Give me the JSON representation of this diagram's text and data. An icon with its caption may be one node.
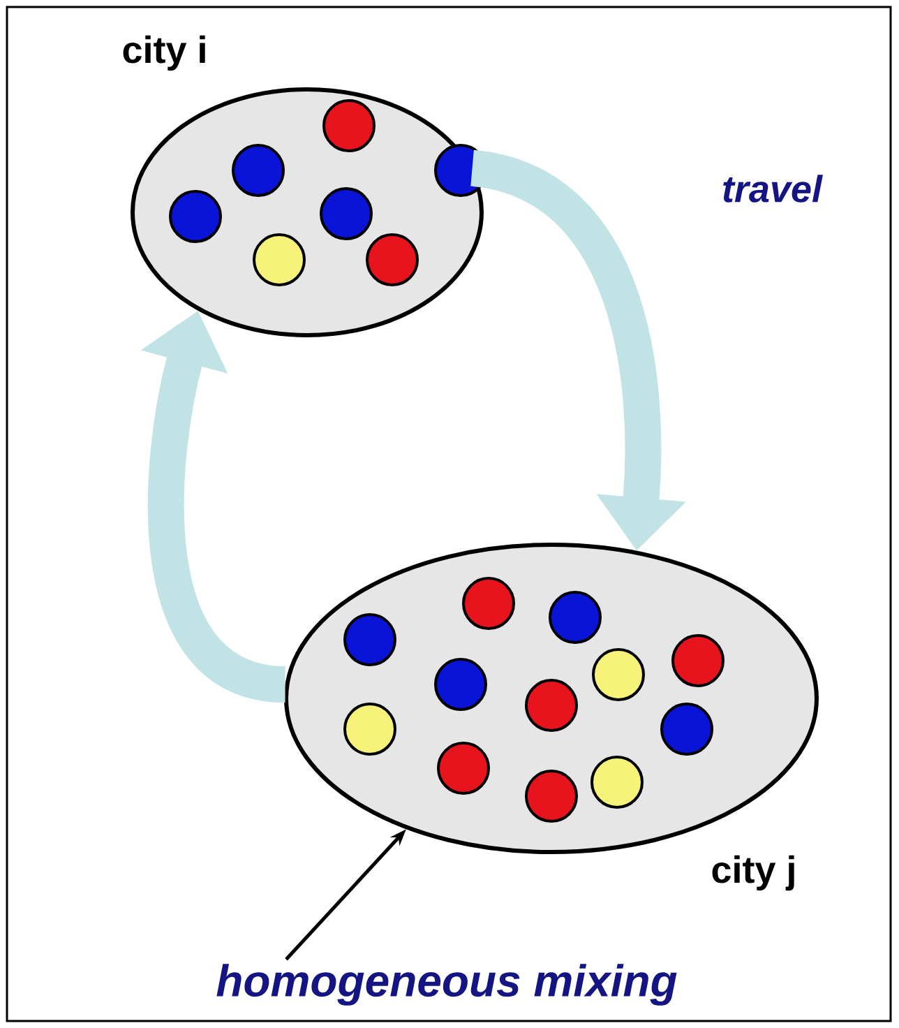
{
  "diagram": {
    "nodes": [
      {
        "text": [
          "city i"
        ]
      },
      {
        "text": [
          "city j"
        ]
      },
      {
        "text": [
          "homogeneous mixing"
        ]
      }
    ],
    "edges": [
      {
        "from": 0,
        "to": 1,
        "arrow": "to",
        "label": "travel"
      },
      {
        "from": 1,
        "to": 0,
        "arrow": "to"
      },
      {
        "from": 2,
        "to": 1,
        "arrow": "to",
        "color": "#000000"
      }
    ]
  }
}
